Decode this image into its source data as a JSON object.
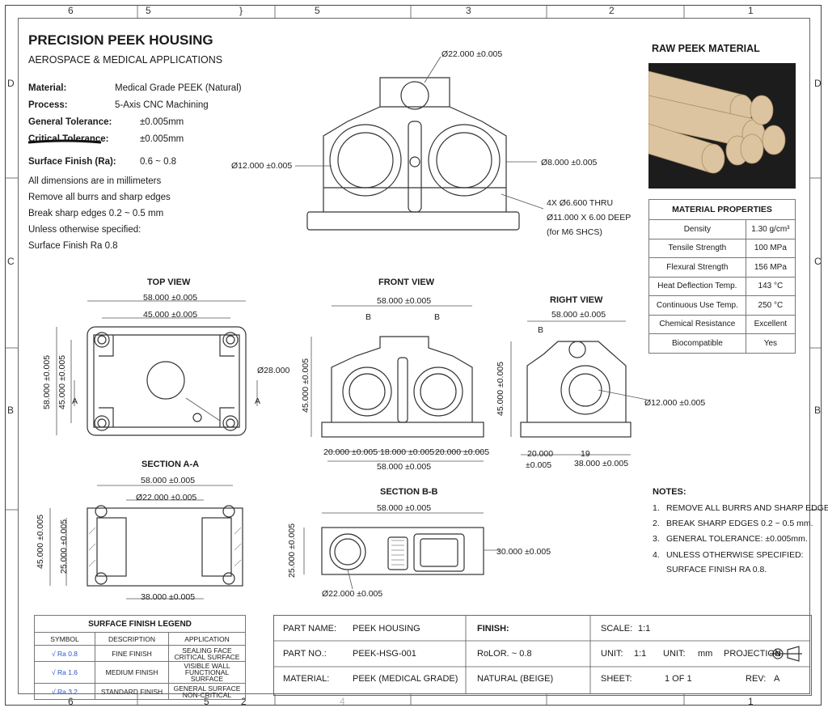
{
  "border": {
    "top_zones": [
      "6",
      "5",
      "}",
      "5",
      "3",
      "2",
      "1"
    ],
    "bottom_zones": [
      "6",
      "5",
      "2",
      "4",
      "",
      "",
      "1"
    ],
    "left_zones": [
      "D",
      "C",
      "B"
    ],
    "right_zones": [
      "D",
      "C",
      "B"
    ]
  },
  "header": {
    "title": "PRECISION PEEK HOUSING",
    "subtitle": "AEROSPACE & MEDICAL APPLICATIONS"
  },
  "specs": [
    {
      "label": "Material:",
      "value": "Medical Grade PEEK (Natural)"
    },
    {
      "label": "Process:",
      "value": "5-Axis CNC Machining"
    },
    {
      "label": "General Tolerance:",
      "value": "±0.005mm"
    },
    {
      "label": "Critical Tolerance:",
      "value": "±0.005mm"
    },
    {
      "label": "Surface Finish (Ra):",
      "value": "0.6 ~ 0.8"
    }
  ],
  "general_notes": [
    "All dimensions are in millimeters",
    "Remove all burrs and sharp edges",
    "Break sharp edges 0.2 ~ 0.5 mm",
    "Unless otherwise specified:",
    "Surface Finish Ra 0.8"
  ],
  "iso_view": {
    "d_top": "Ø22.000 ±0.005",
    "d_left": "Ø12.000 ±0.005",
    "d_right": "Ø8.000 ±0.005",
    "holes_1": "4X Ø6.600 THRU",
    "holes_2": "Ø11.000 X 6.00 DEEP",
    "holes_3": "(for M6 SHCS)"
  },
  "raw_material": {
    "title": "RAW PEEK MATERIAL",
    "rod_color": "#e0c9a6",
    "bg_color": "#1c1c1c"
  },
  "properties": {
    "title": "MATERIAL PROPERTIES",
    "rows": [
      {
        "name": "Density",
        "value": "1.30 g/cm³"
      },
      {
        "name": "Tensile Strength",
        "value": "100 MPa"
      },
      {
        "name": "Flexural Strength",
        "value": "156 MPa"
      },
      {
        "name": "Heat Deflection Temp.",
        "value": "143 °C"
      },
      {
        "name": "Continuous Use Temp.",
        "value": "250 °C"
      },
      {
        "name": "Chemical Resistance",
        "value": "Excellent"
      },
      {
        "name": "Biocompatible",
        "value": "Yes"
      }
    ]
  },
  "top_view": {
    "title": "TOP VIEW",
    "w_outer": "58.000 ±0.005",
    "w_inner": "45.000 ±0.005",
    "h_outer": "58.000 ±0.005",
    "h_inner": "45.000 ±0.005",
    "bore": "Ø28.000",
    "sec_a": "A"
  },
  "front_view": {
    "title": "FRONT VIEW",
    "width": "58.000 ±0.005",
    "height": "45.000 ±0.005",
    "sec_b": "B",
    "d1": "20.000 ±0.005",
    "d2": "18.000 ±0.005",
    "d3": "20.000 ±0.005",
    "bottom": "58.000 ±0.005"
  },
  "right_view": {
    "title": "RIGHT VIEW",
    "width": "58.000 ±0.005",
    "height": "45.000 ±0.005",
    "sec_b": "B",
    "bore": "Ø12.000 ±0.005",
    "d_left": "20.000",
    "d_left2": "±0.005",
    "d_mid": "19",
    "d_bottom": "38.000 ±0.005"
  },
  "section_a": {
    "title": "SECTION A-A",
    "width": "58.000 ±0.005",
    "bore": "Ø22.000 ±0.005",
    "h1": "45.000 ±0.005",
    "h2": "25.000 ±0.005",
    "bottom": "38.000 ±0.005"
  },
  "section_b": {
    "title": "SECTION B-B",
    "width": "58.000 ±0.005",
    "height": "25.000 ±0.005",
    "right": "30.000 ±0.005",
    "bore": "Ø22.000 ±0.005"
  },
  "notes": {
    "title": "NOTES:",
    "items": [
      "REMOVE ALL BURRS AND SHARP EDGES.",
      "BREAK SHARP EDGES 0.2 ~ 0.5 mm.",
      "GENERAL TOLERANCE: ±0.005mm.",
      "UNLESS OTHERWISE SPECIFIED:"
    ],
    "extra": "SURFACE FINISH RA 0.8."
  },
  "legend": {
    "title": "SURFACE FINISH LEGEND",
    "headers": [
      "SYMBOL",
      "DESCRIPTION",
      "APPLICATION"
    ],
    "rows": [
      {
        "symbol": "Ra 0.8",
        "desc": "FINE FINISH",
        "app1": "SEALING FACE",
        "app2": "CRITICAL SURFACE"
      },
      {
        "symbol": "Ra 1.6",
        "desc": "MEDIUM FINISH",
        "app1": "VISIBLE WALL",
        "app2": "FUNCTIONAL SURFACE"
      },
      {
        "symbol": "Ra 3.2",
        "desc": "STANDARD FINISH",
        "app1": "GENERAL SURFACE",
        "app2": "NON-CRITICAL"
      }
    ]
  },
  "title_block": {
    "part_name_label": "PART NAME:",
    "part_name": "PEEK HOUSING",
    "finish_label": "FINISH:",
    "scale_label": "SCALE:",
    "scale": "1:1",
    "part_no_label": "PART NO.:",
    "part_no": "PEEK-HSG-001",
    "finish_value": "RoLOR. ~ 0.8",
    "unit_label": "UNIT:",
    "unit_val": "1:1",
    "unit2_label": "UNIT:",
    "unit2": "mm",
    "projection_label": "PROJECTION:",
    "material_label": "MATERIAL:",
    "material": "PEEK (MEDICAL GRADE)",
    "color": "NATURAL (BEIGE)",
    "sheet_label": "SHEET:",
    "sheet": "1 OF 1",
    "rev_label": "REV:",
    "rev": "A"
  }
}
